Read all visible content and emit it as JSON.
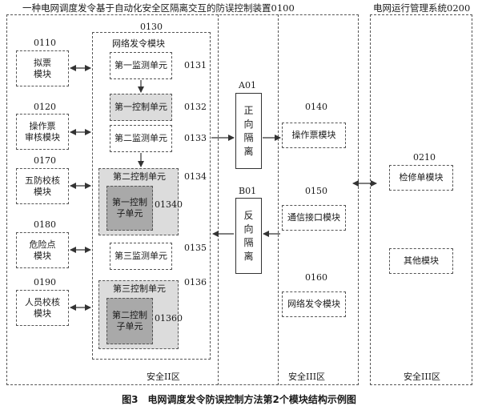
{
  "titles": {
    "device": "一种电网调度发令基于自动化安全区隔离交互的防误控制装置0100",
    "system": "电网运行管理系统0200"
  },
  "left_modules": [
    {
      "id": "0110",
      "label": "拟票\n模块"
    },
    {
      "id": "0120",
      "label": "操作票\n审核模块"
    },
    {
      "id": "0170",
      "label": "五防校核\n模块"
    },
    {
      "id": "0180",
      "label": "危险点\n模块"
    },
    {
      "id": "0190",
      "label": "人员校核\n模块"
    }
  ],
  "net_module": {
    "id": "0130",
    "title": "网络发令模块",
    "units": [
      {
        "id": "0131",
        "label": "第一监测单元"
      },
      {
        "id": "0132",
        "label": "第一控制单元"
      },
      {
        "id": "0133",
        "label": "第二监测单元"
      },
      {
        "id": "0134",
        "label": "第二控制单元",
        "sub": {
          "id": "01340",
          "label": "第一控制\n子单元"
        }
      },
      {
        "id": "0135",
        "label": "第三监测单元"
      },
      {
        "id": "0136",
        "label": "第三控制单元",
        "sub": {
          "id": "01360",
          "label": "第二控制\n子单元"
        }
      }
    ]
  },
  "isolation": [
    {
      "id": "A01",
      "label": "正\n向\n隔\n离"
    },
    {
      "id": "B01",
      "label": "反\n向\n隔\n离"
    }
  ],
  "zone3_modules": [
    {
      "id": "0140",
      "label": "操作票模块"
    },
    {
      "id": "0150",
      "label": "通信接口模块"
    },
    {
      "id": "0160",
      "label": "网络发令模块"
    }
  ],
  "system_modules": [
    {
      "id": "0210",
      "label": "检修单模块"
    },
    {
      "label": "其他模块"
    }
  ],
  "zones": {
    "zone2": "安全II区",
    "zone3a": "安全III区",
    "zone3b": "安全III区"
  },
  "caption": "图3　电网调度发令防误控制方法第2个模块结构示例图"
}
